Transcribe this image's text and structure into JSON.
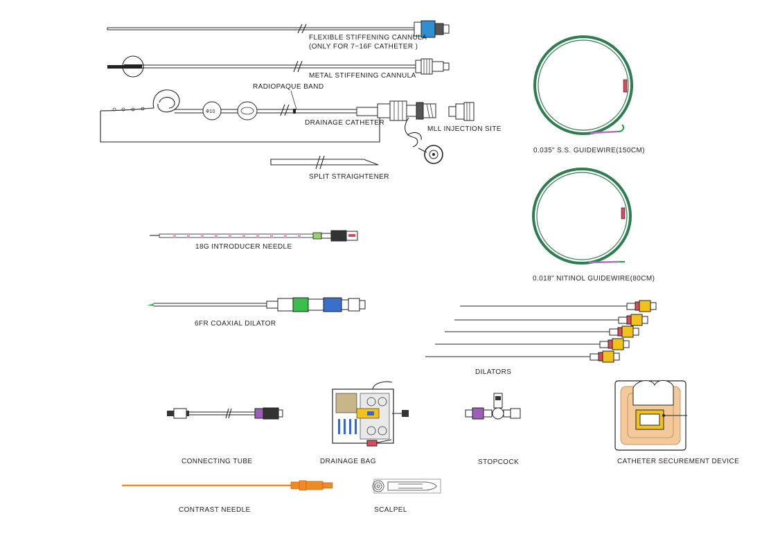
{
  "labels": {
    "flexible_cannula_line1": "FLEXIBLE STIFFENING CANNULA",
    "flexible_cannula_line2": "(ONLY FOR 7~16F CATHETER )",
    "metal_cannula": "METAL STIFFENING CANNULA",
    "radiopaque_band": "RADIOPAQUE BAND",
    "drainage_catheter": "DRAINAGE CATHETER",
    "mll_injection_site": "MLL INJECTION SITE",
    "split_straightener": "SPLIT STRAIGHTENER",
    "guidewire_ss": "0.035\" S.S. GUIDEWIRE(150CM)",
    "guidewire_nitinol": "0.018\" NITINOL GUIDEWIRE(80CM)",
    "introducer_needle": "18G INTRODUCER NEEDLE",
    "coaxial_dilator": "6FR COAXIAL DILATOR",
    "dilators": "DILATORS",
    "connecting_tube": "CONNECTING TUBE",
    "drainage_bag": "DRAINAGE BAG",
    "stopcock": "STOPCOCK",
    "securement_device": "CATHETER SECUREMENT DEVICE",
    "contrast_needle": "CONTRAST NEEDLE",
    "scalpel": "SCALPEL"
  },
  "colors": {
    "cannula_blue": "#2f8fd0",
    "guidewire_green": "#2e7d4f",
    "guidewire_tip_purple": "#b06fc0",
    "guidewire_hook_green": "#1f9e3a",
    "needle_pink": "#e7a6b8",
    "needle_hub_green": "#9bd16b",
    "dilator_green": "#3cbf4a",
    "dilator_blue": "#3a6fc9",
    "dilator_hub_yellow": "#f1c21b",
    "stopcock_purple": "#9b5fb8",
    "contrast_orange": "#f08a24",
    "securement_tan": "#f3c89a",
    "bag_blue": "#3b66c9"
  }
}
